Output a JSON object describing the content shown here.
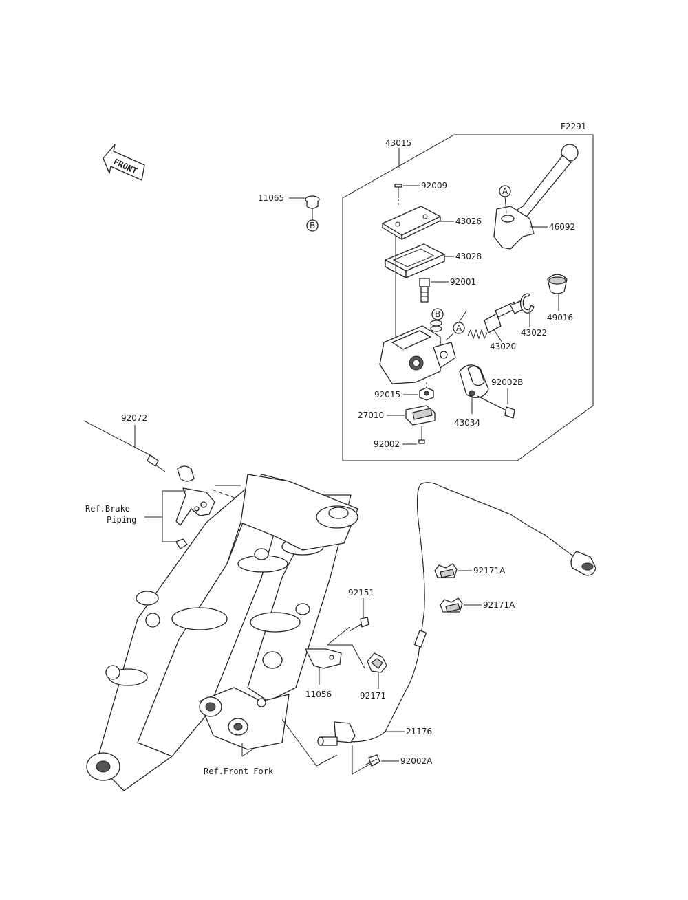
{
  "figure_id": "F2291",
  "direction_label": "FRONT",
  "parts": {
    "p43015": "43015",
    "p92009": "92009",
    "p43026": "43026",
    "p43028": "43028",
    "p92001": "92001",
    "p46092": "46092",
    "p49016": "49016",
    "p43022": "43022",
    "p43020": "43020",
    "p92002B": "92002B",
    "p92015": "92015",
    "p27010": "27010",
    "p43034": "43034",
    "p92002": "92002",
    "p11065": "11065",
    "p92072": "92072",
    "p92171A_1": "92171A",
    "p92171A_2": "92171A",
    "p92151": "92151",
    "p11056": "11056",
    "p92171": "92171",
    "p21176": "21176",
    "p92002A": "92002A"
  },
  "refs": {
    "brake_line1": "Ref.Brake",
    "brake_line2": "Piping",
    "front_fork": "Ref.Front Fork"
  },
  "markers": {
    "A": "A",
    "B": "B"
  }
}
